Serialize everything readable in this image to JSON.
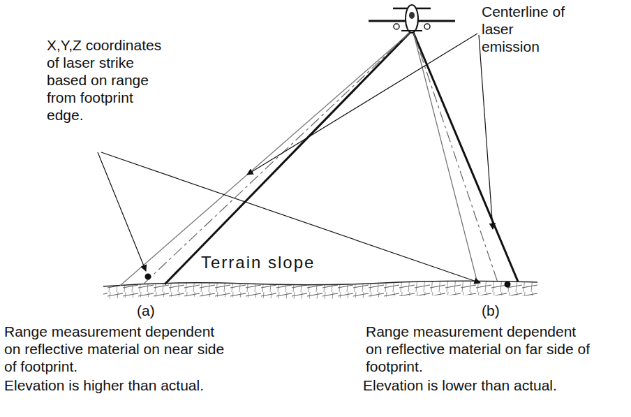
{
  "diagram": {
    "labels": [
      "X,Y,Z coordinates of laser strike based on range from footprint edge.",
      "Centerline of laser emission",
      "Terrain slope",
      "(a)",
      "(b)",
      "Range measurement dependent on reflective material on near side of footprint.",
      "Elevation is higher than actual.",
      "Range measurement dependent on reflective material on far side of footprint.",
      "Elevation is lower than actual."
    ]
  }
}
